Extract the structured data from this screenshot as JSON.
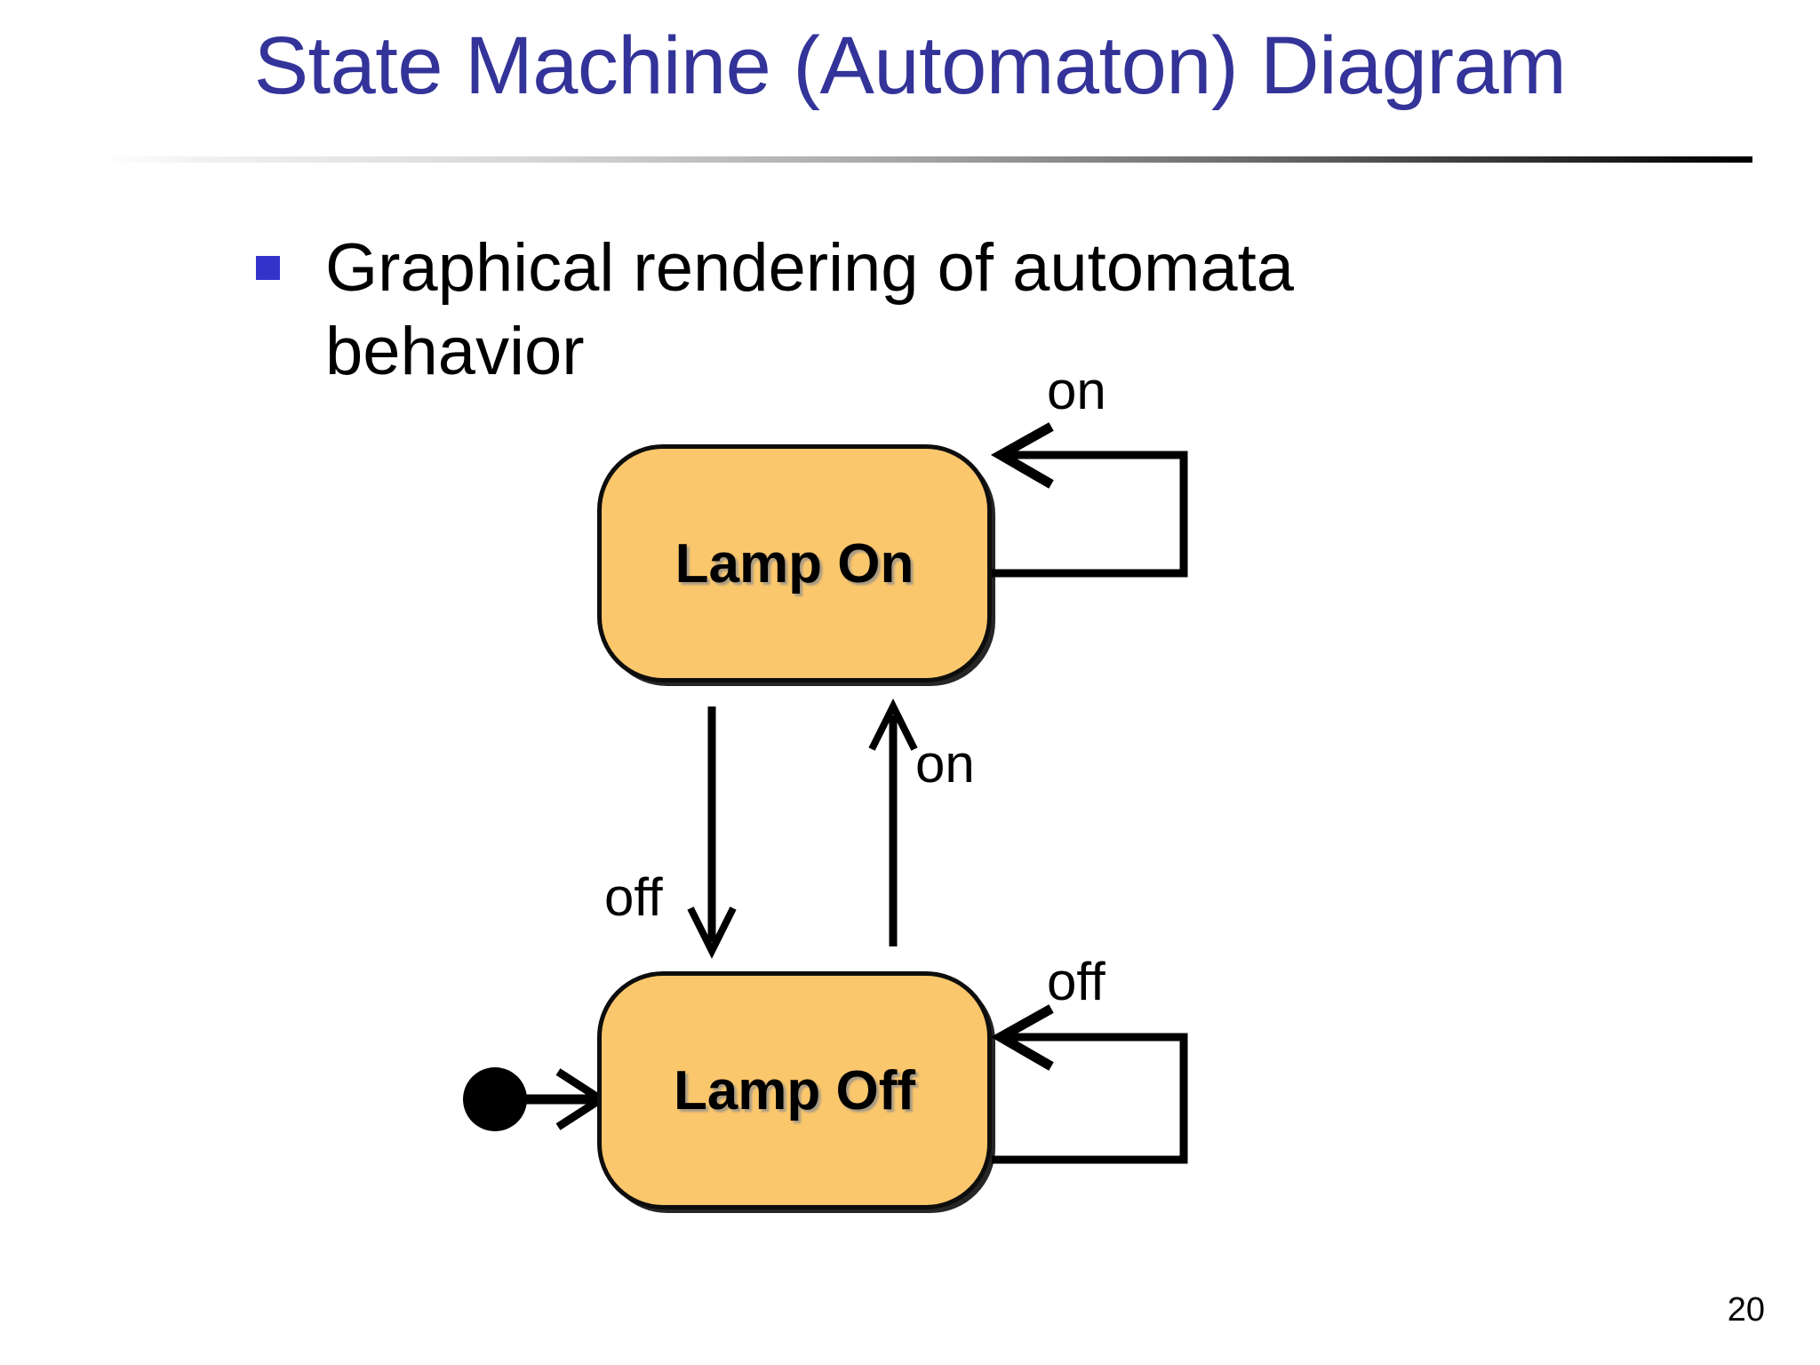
{
  "slide": {
    "title": "State Machine (Automaton) Diagram",
    "page_number": "20",
    "title_color": "#333399",
    "bullet_marker_color": "#3333CC",
    "bullets": [
      "Graphical rendering of automata behavior"
    ]
  },
  "diagram": {
    "type": "state-machine",
    "state_fill_color": "#FBC76C",
    "state_border_color": "#000000",
    "states": [
      {
        "id": "lamp-on",
        "label": "Lamp On"
      },
      {
        "id": "lamp-off",
        "label": "Lamp Off"
      }
    ],
    "initial_state": "lamp-off",
    "transitions": [
      {
        "id": "on-self",
        "from": "lamp-on",
        "to": "lamp-on",
        "label": "on"
      },
      {
        "id": "off-down",
        "from": "lamp-on",
        "to": "lamp-off",
        "label": "off"
      },
      {
        "id": "on-up",
        "from": "lamp-off",
        "to": "lamp-on",
        "label": "on"
      },
      {
        "id": "off-self",
        "from": "lamp-off",
        "to": "lamp-off",
        "label": "off"
      }
    ]
  }
}
